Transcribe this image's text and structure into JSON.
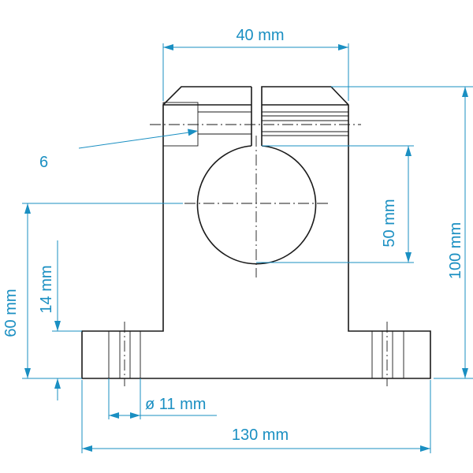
{
  "dimensions": {
    "top_width": "40 mm",
    "total_height": "100 mm",
    "bore_diameter": "50 mm",
    "center_height": "60 mm",
    "base_thickness": "14 mm",
    "hole_diameter": "ø 11 mm",
    "base_width": "130 mm",
    "screw_callout": "6"
  },
  "colors": {
    "dimension": "#1a8fc2",
    "outline": "#1a1a1a"
  }
}
